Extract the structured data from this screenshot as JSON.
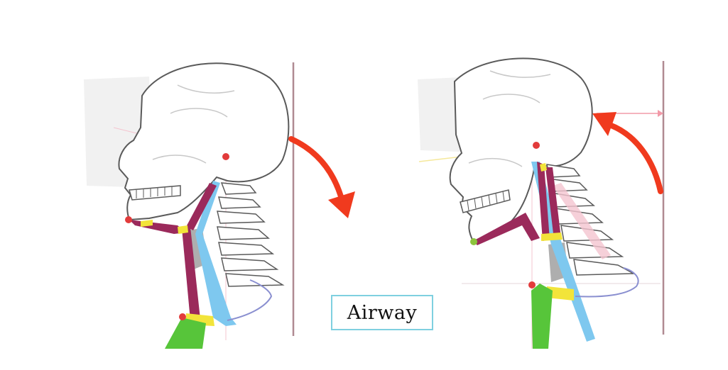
{
  "label": "Airway",
  "colors": {
    "airway": "#7ec8ef",
    "muscle": "#9b2a5b",
    "hyoid": "#f2e43a",
    "arrow": "#f03a1e",
    "reference_line": "#b08a92",
    "bone_outline": "#5a5a5a",
    "point": "#e23b3b",
    "point_alt": "#8cc43c",
    "thyroid": "#9a9a9a",
    "trachea": "#57c53a"
  },
  "panels": [
    {
      "name": "left",
      "head_rotation": "flexion",
      "arrow_direction": "clockwise"
    },
    {
      "name": "right",
      "head_rotation": "extension",
      "arrow_direction": "counterclockwise"
    }
  ]
}
